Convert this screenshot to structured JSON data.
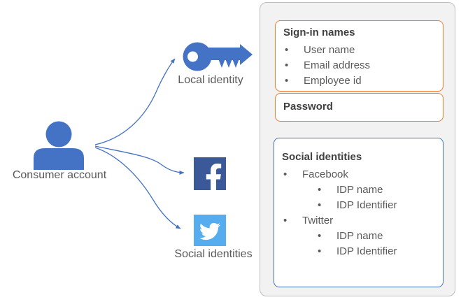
{
  "diagram": {
    "consumer_account": {
      "label": "Consumer account",
      "icon": "person-icon"
    },
    "local_identity": {
      "label": "Local identity",
      "icon": "key-icon"
    },
    "social_identities": {
      "label": "Social identities",
      "icons": [
        "facebook-icon",
        "twitter-icon"
      ]
    },
    "colors": {
      "primary_blue": "#4472C4",
      "facebook_blue": "#3B5998",
      "twitter_blue": "#55ACEE"
    }
  },
  "panel": {
    "colors": {
      "panel_background": "#F2F2F2",
      "signin_border": "#ED7D31",
      "password_border": "#ED7D31",
      "social_border": "#4472C4"
    },
    "signin_names": {
      "title": "Sign-in names",
      "items": [
        "User name",
        "Email address",
        "Employee id"
      ]
    },
    "password": {
      "title": "Password"
    },
    "social": {
      "title": "Social identities",
      "providers": [
        {
          "name": "Facebook",
          "attributes": [
            "IDP name",
            "IDP Identifier"
          ]
        },
        {
          "name": "Twitter",
          "attributes": [
            "IDP name",
            "IDP Identifier"
          ]
        }
      ]
    }
  }
}
